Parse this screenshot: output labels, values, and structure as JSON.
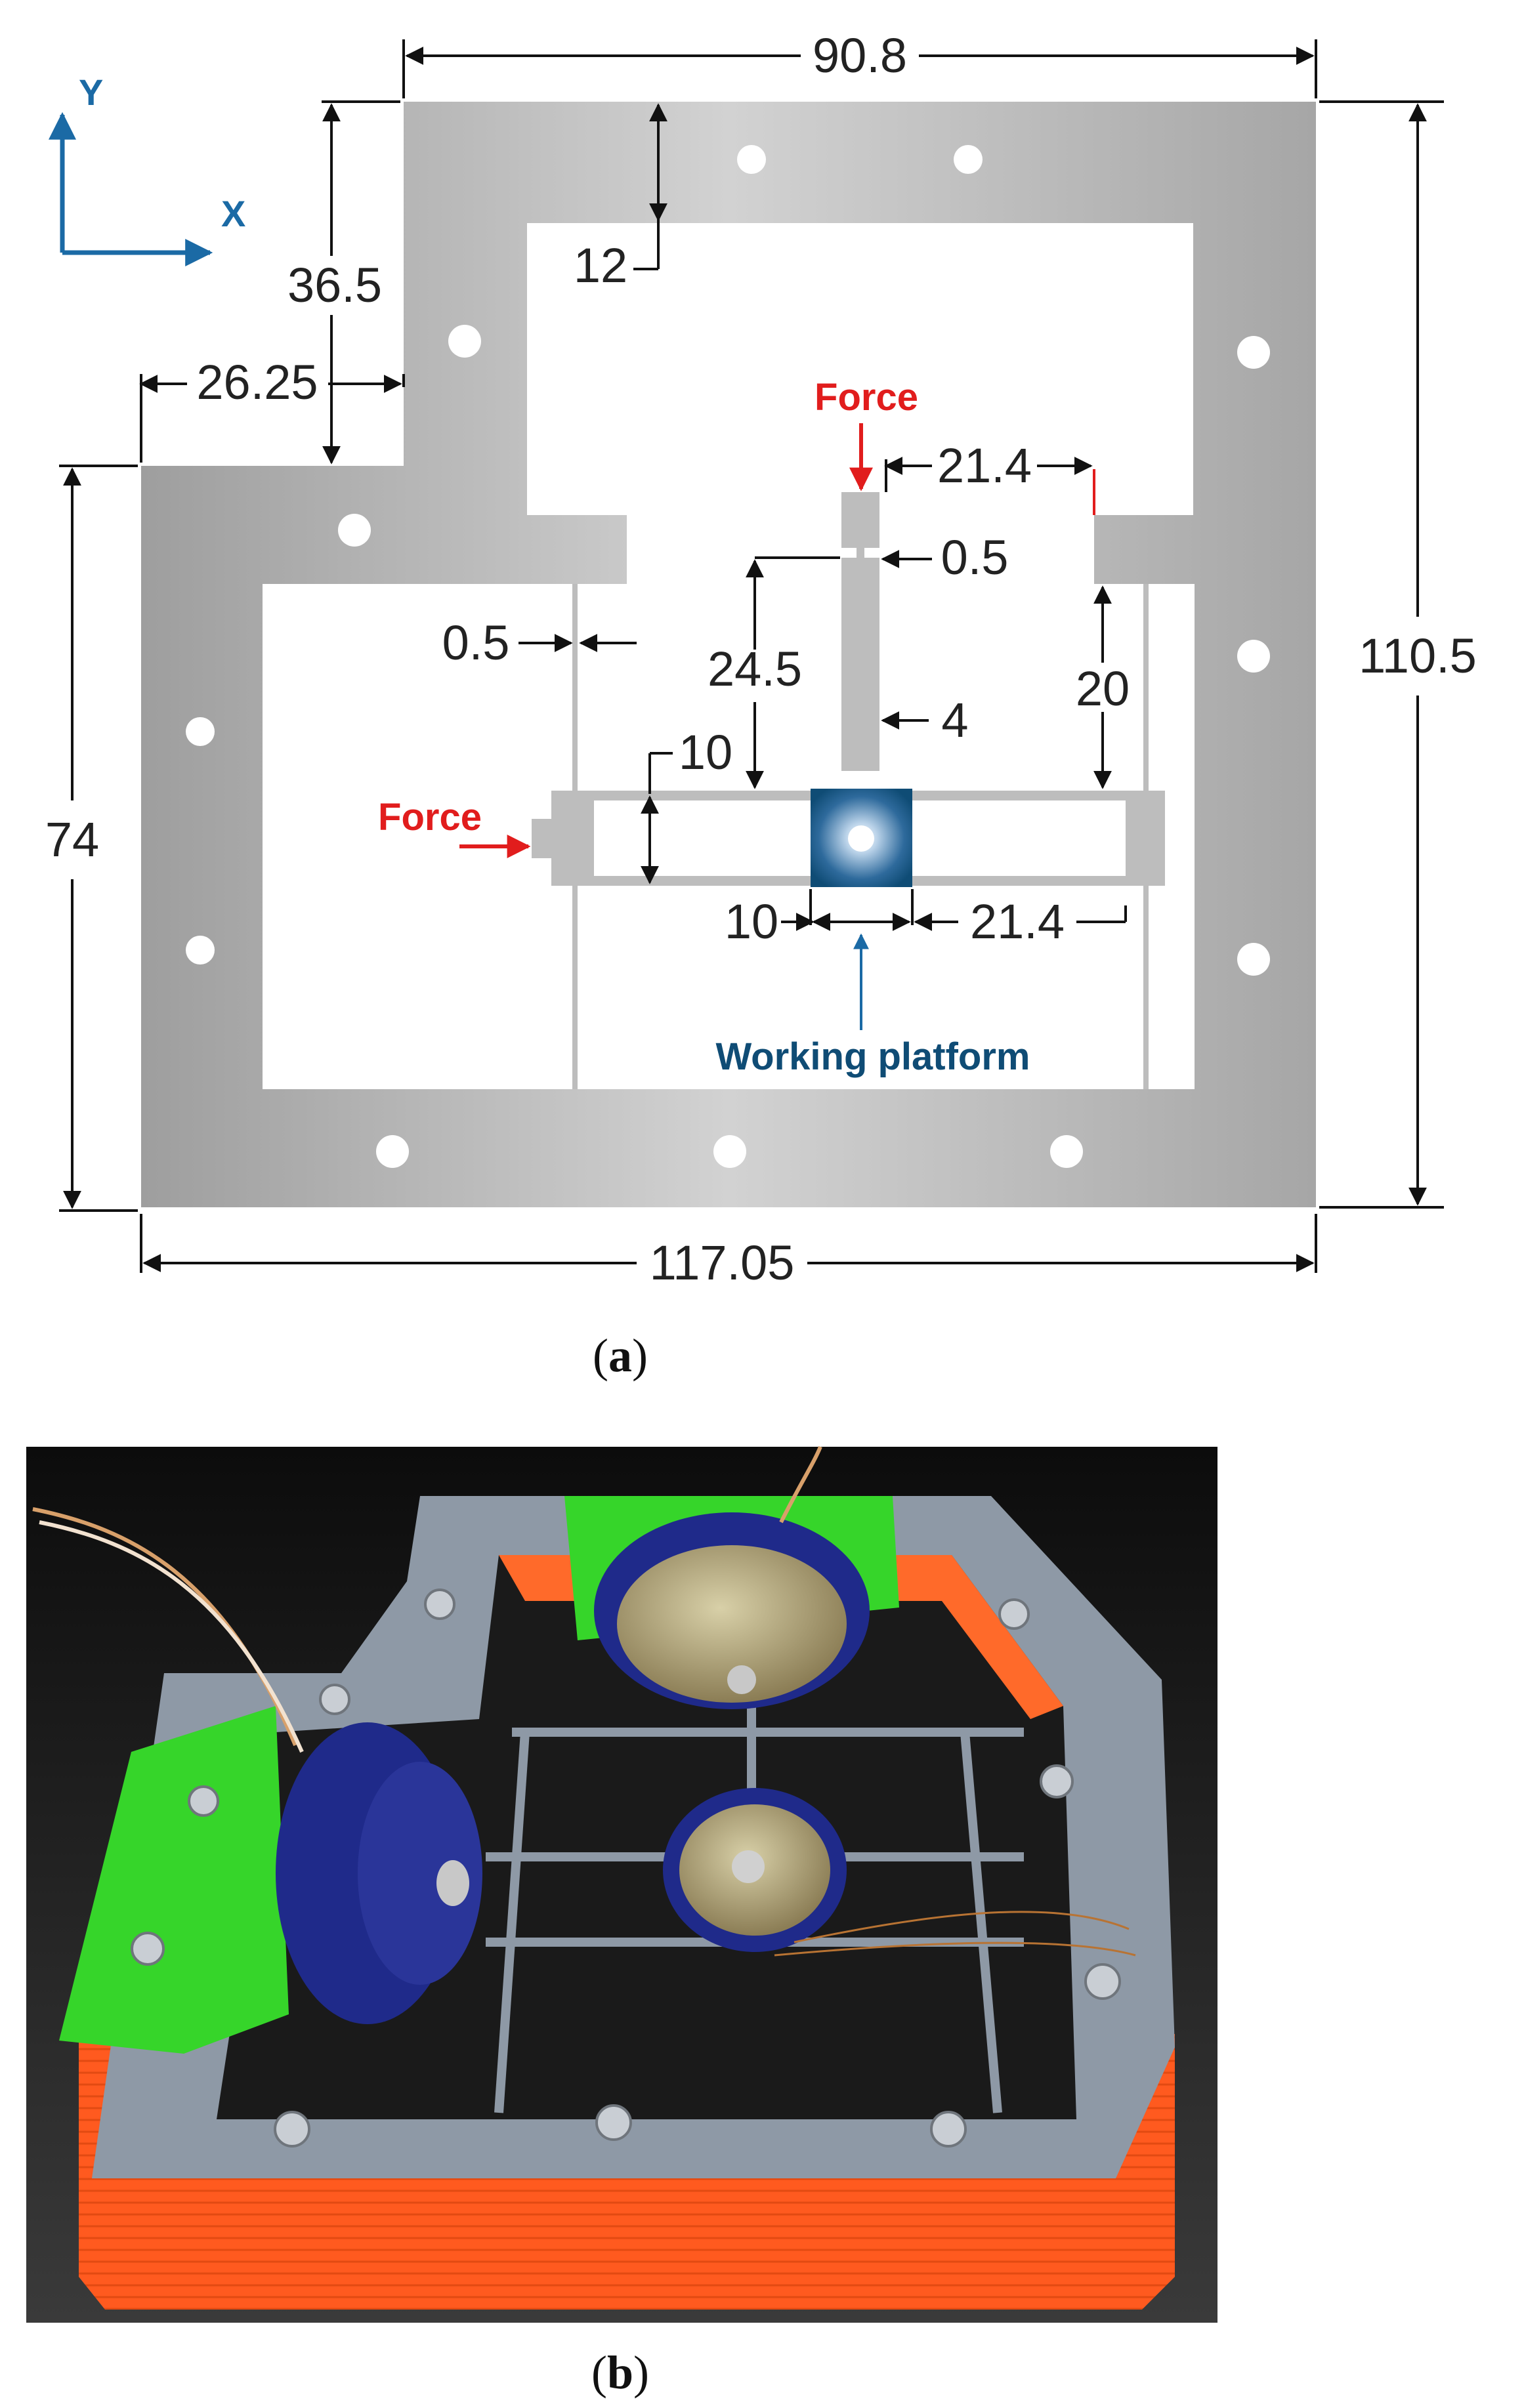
{
  "panel_a": {
    "axes": {
      "y_label": "Y",
      "x_label": "X"
    },
    "dimensions": {
      "top_width": "90.8",
      "top_margin": "12",
      "left_step_height": "36.5",
      "left_step_width": "26.25",
      "gap_right": "0.5",
      "gap_left": "0.5",
      "beam_length_top": "21.4",
      "vertical_beam_length": "24.5",
      "vertical_beam_width": "4",
      "right_beam_height": "20",
      "platform_height": "10",
      "platform_width": "10",
      "beam_length_bottom": "21.4",
      "total_height": "110.5",
      "left_height": "74",
      "bottom_width": "117.05"
    },
    "labels": {
      "force_top": "Force",
      "force_left": "Force",
      "working_platform": "Working platform"
    },
    "caption_open": "(",
    "caption_letter": "a",
    "caption_close": ")"
  },
  "panel_b": {
    "caption_open": "(",
    "caption_letter": "b",
    "caption_close": ")"
  },
  "colors": {
    "frame_gray": "#c4c4c4",
    "force_red": "#e11d1d",
    "platform_blue": "#0f4c75",
    "axis_blue": "#1b6aa5",
    "print_gray": "#8e99a6",
    "print_orange": "#ff5a1f",
    "print_green": "#36d52a",
    "magnet_navy": "#1f2a8a"
  }
}
